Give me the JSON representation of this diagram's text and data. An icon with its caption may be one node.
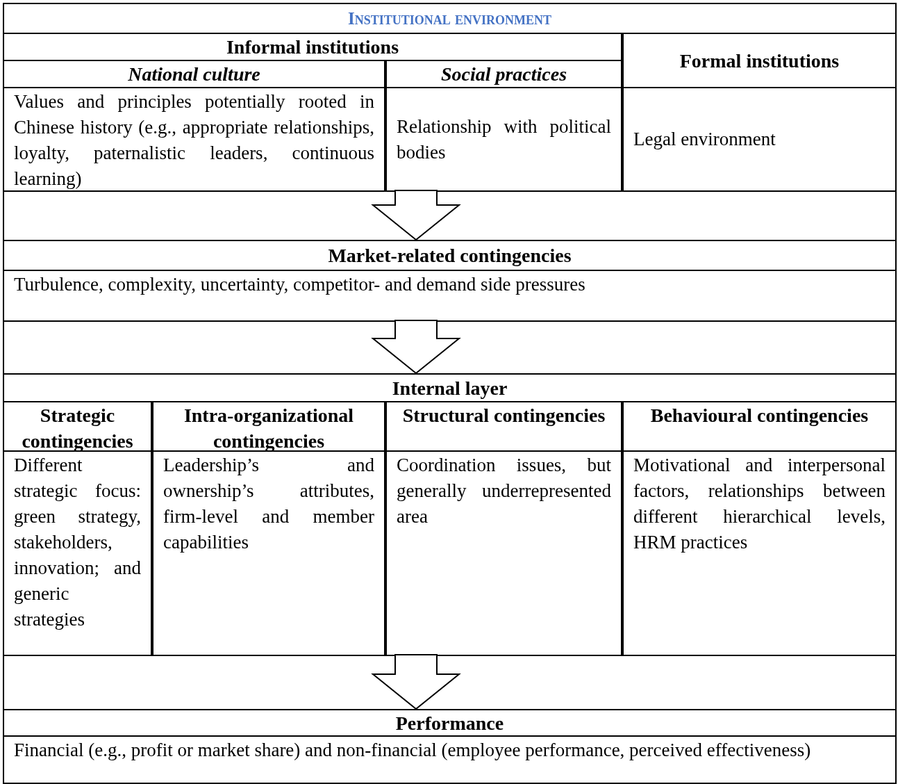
{
  "diagram": {
    "nodes": [
      {
        "text": [
          "Institutional environment"
        ]
      },
      {
        "text": [
          "Informal institutions"
        ],
        "in": 0
      },
      {
        "text": [
          "National culture",
          "Values and principles potentially rooted in Chinese history (e.g., appropriate relationships, loyalty, paternalistic leaders, continuous learning)"
        ],
        "in": 1
      },
      {
        "text": [
          "Social practices",
          "Relationship with political bodies"
        ],
        "in": 1
      },
      {
        "text": [
          "Formal institutions",
          "Legal environment"
        ],
        "in": 0
      },
      {
        "text": [
          "Market-related contingencies",
          "Turbulence, complexity, uncertainty, competitor- and demand side pressures"
        ]
      },
      {
        "text": [
          "Internal layer"
        ]
      },
      {
        "text": [
          "Strategic contingencies",
          "Different strategic focus: green strategy, stakeholders, innovation; and generic strategies"
        ],
        "in": 6
      },
      {
        "text": [
          "Intra-organizational contingencies",
          "Leadership’s and ownership’s attributes, firm-level and member capabilities"
        ],
        "in": 6
      },
      {
        "text": [
          "Structural contingencies",
          "Coordination issues, but generally underrepresented area"
        ],
        "in": 6
      },
      {
        "text": [
          "Behavioural contingencies",
          "Motivational and interpersonal factors, relationships between different hierarchical levels, HRM practices"
        ],
        "in": 6
      },
      {
        "text": [
          "Performance",
          "Financial (e.g., profit or market share) and non-financial (employee performance, perceived effectiveness)"
        ]
      }
    ],
    "edges": [
      {
        "from": 0,
        "to": 5,
        "arrow": "to"
      },
      {
        "from": 5,
        "to": 6,
        "arrow": "to"
      },
      {
        "from": 6,
        "to": 11,
        "arrow": "to"
      }
    ]
  }
}
